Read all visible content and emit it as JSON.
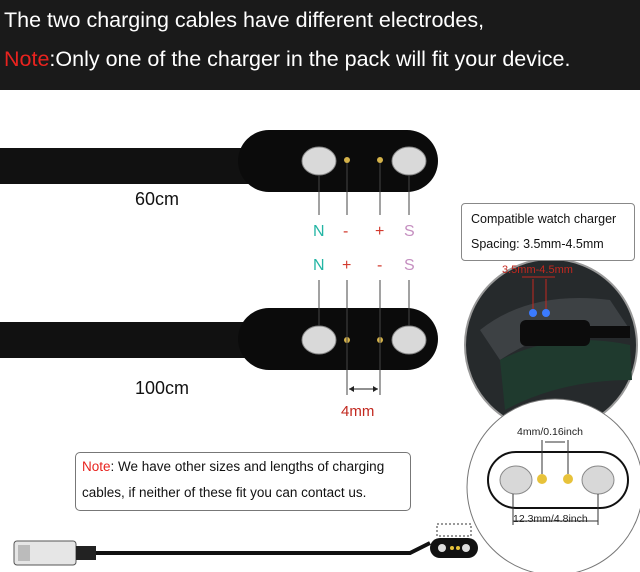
{
  "banner": {
    "line1": "The two charging cables have different electrodes,",
    "note_label": "Note",
    "line2_rest": ":Only one of the charger in the pack will fit your device."
  },
  "cables": {
    "top_length": "60cm",
    "bottom_length": "100cm",
    "top_pins": [
      "N",
      "-",
      "+",
      "S"
    ],
    "bottom_pins": [
      "N",
      "+",
      "-",
      "S"
    ],
    "pin_spacing": "4mm"
  },
  "compatible": {
    "title": "Compatible watch charger",
    "spacing": "Spacing: 3.5mm-4.5mm",
    "range_label": "3.5mm-4.5mm"
  },
  "detail": {
    "pin_spacing": "4mm/0.16inch",
    "width": "12.3mm/4.8inch"
  },
  "note_box": {
    "label": "Note",
    "line1_rest": ": We have other sizes and lengths of charging",
    "line2": "cables, if neither of these fit you can contact us."
  },
  "colors": {
    "banner_bg": "#1a1a1a",
    "accent_red": "#e8231f",
    "pin_n": "#23b5a4",
    "pin_s": "#c58fc0"
  }
}
